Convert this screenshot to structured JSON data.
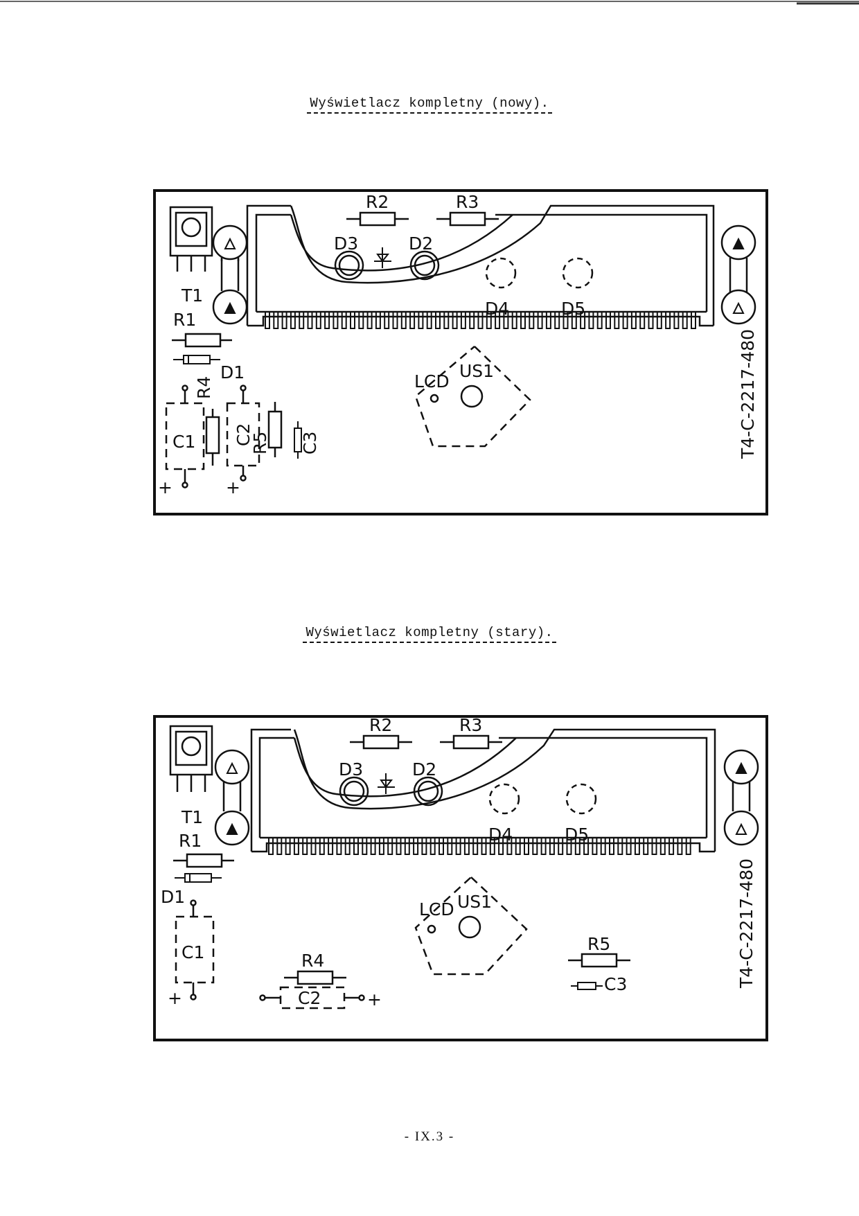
{
  "sections": [
    {
      "title": "Wyświetlacz kompletny (nowy).",
      "board_code": "T4-C-2217-480",
      "labels": {
        "t1": "T1",
        "r1": "R1",
        "d1": "D1",
        "r2": "R2",
        "r3": "R3",
        "d2": "D2",
        "d3": "D3",
        "d4": "D4",
        "d5": "D5",
        "lcd": "LCD",
        "us1": "US1",
        "c1": "C1",
        "c2": "C2",
        "c3": "C3",
        "r4": "R4",
        "r5": "R5",
        "plus1": "+",
        "plus2": "+"
      }
    },
    {
      "title": "Wyświetlacz kompletny (stary).",
      "board_code": "T4-C-2217-480",
      "labels": {
        "t1": "T1",
        "r1": "R1",
        "d1": "D1",
        "r2": "R2",
        "r3": "R3",
        "d2": "D2",
        "d3": "D3",
        "d4": "D4",
        "d5": "D5",
        "lcd": "LCD",
        "us1": "US1",
        "c1": "C1",
        "c2": "C2",
        "c3": "C3",
        "r4": "R4",
        "r5": "R5",
        "plus1": "+",
        "plus2": "+"
      }
    }
  ],
  "footer": "- IX.3 -",
  "colors": {
    "ink": "#111111",
    "paper": "#ffffff"
  }
}
